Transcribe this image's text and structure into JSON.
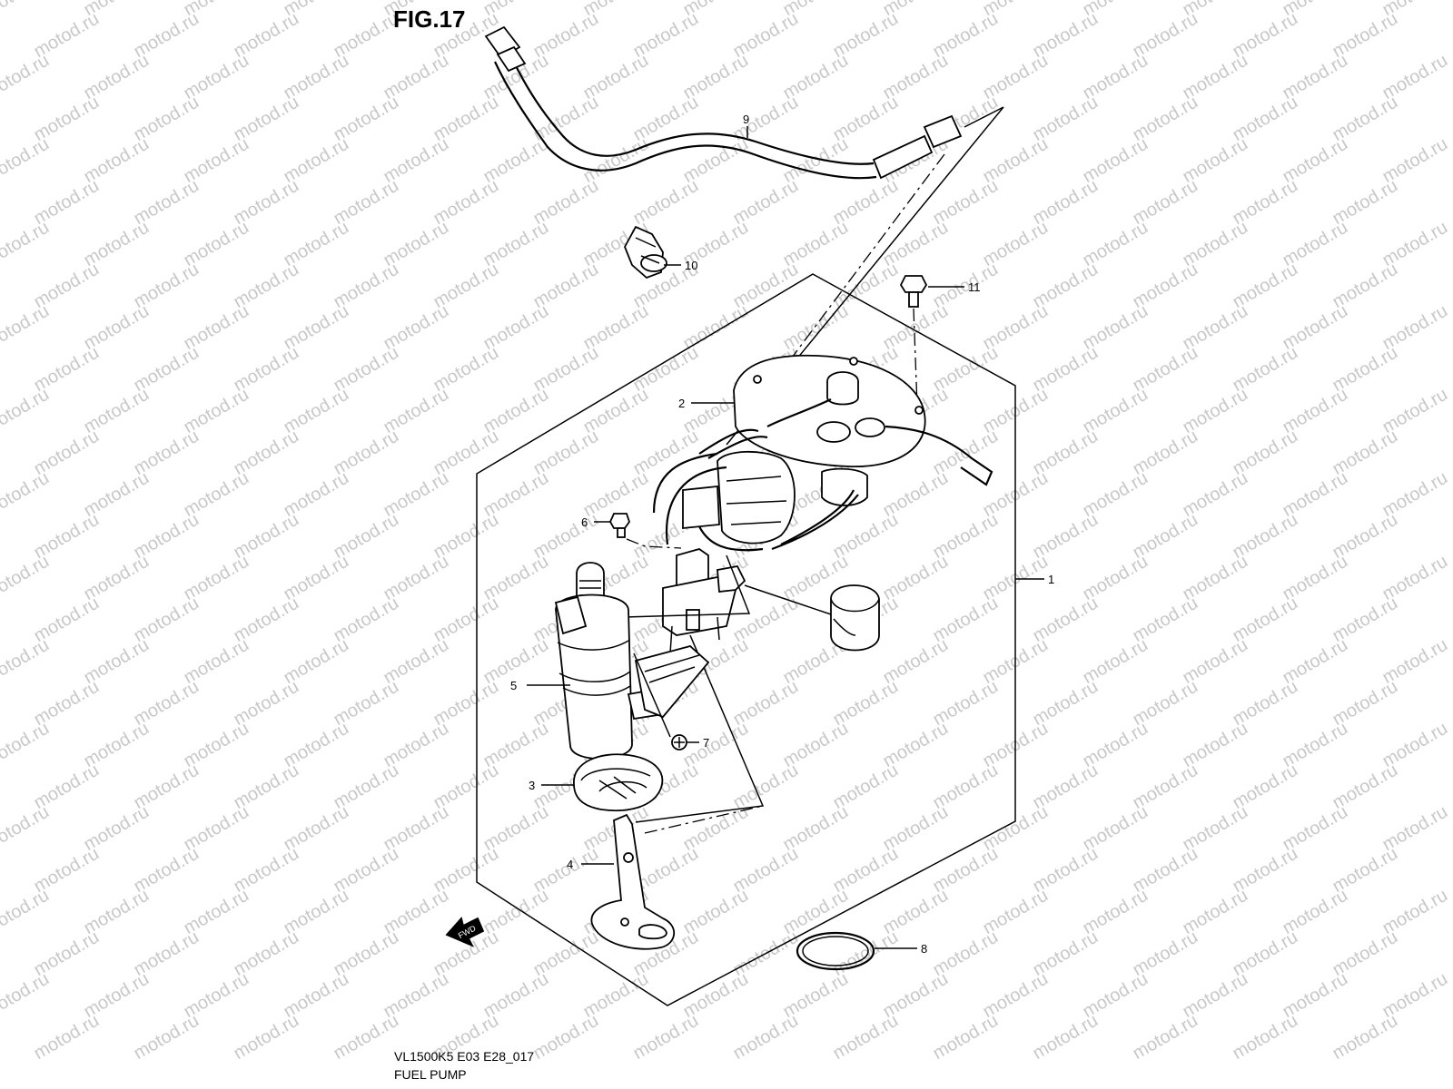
{
  "figure": {
    "title": "FIG.17"
  },
  "caption": {
    "model_code": "VL1500K5 E03 E28_017",
    "name": "FUEL PUMP"
  },
  "watermark": {
    "text": "motod.ru",
    "color": "#c8c8c8"
  },
  "fwd_label": "FWD",
  "callouts": [
    {
      "number": "1",
      "part": "fuel-tank-assembly"
    },
    {
      "number": "2",
      "part": "fuel-pump-plate"
    },
    {
      "number": "3",
      "part": "cushion"
    },
    {
      "number": "4",
      "part": "bracket"
    },
    {
      "number": "5",
      "part": "fuel-pump"
    },
    {
      "number": "6",
      "part": "screw"
    },
    {
      "number": "7",
      "part": "screw"
    },
    {
      "number": "8",
      "part": "o-ring"
    },
    {
      "number": "9",
      "part": "fuel-hose"
    },
    {
      "number": "10",
      "part": "clamp"
    },
    {
      "number": "11",
      "part": "bolt"
    }
  ]
}
